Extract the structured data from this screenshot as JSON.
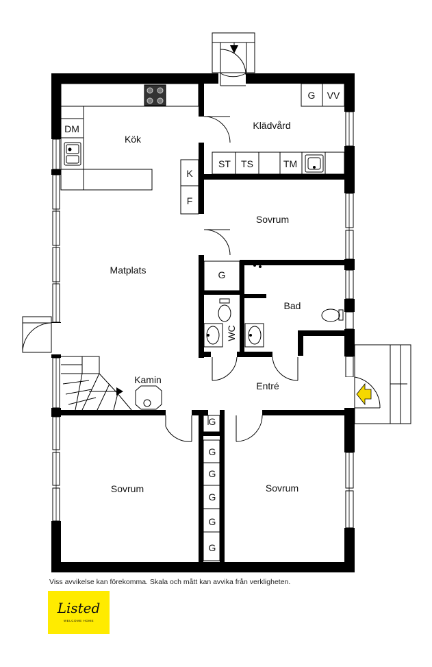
{
  "rooms": {
    "kok": "Kök",
    "kladvard": "Klädvård",
    "sovrum_top": "Sovrum",
    "matplats": "Matplats",
    "bad": "Bad",
    "wc": "WC",
    "kamin": "Kamin",
    "entre": "Entré",
    "sovrum_left": "Sovrum",
    "sovrum_right": "Sovrum"
  },
  "fixtures": {
    "dm": "DM",
    "g": "G",
    "vv": "VV",
    "st": "ST",
    "ts": "TS",
    "tm": "TM",
    "k": "K",
    "f": "F"
  },
  "disclaimer": "Viss avvikelse kan förekomma. Skala och mått kan avvika från verkligheten.",
  "logo": {
    "brand": "Listed",
    "tagline": "WELCOME HOME",
    "background": "#ffeb00"
  },
  "colors": {
    "wall": "#000000",
    "entry_arrow": "#f5d800"
  },
  "icons": [
    "stove-icon",
    "sink-icon",
    "toilet-icon",
    "washbasin-icon",
    "fireplace-icon",
    "entry-arrow-icon",
    "stair-arrow-icon"
  ]
}
